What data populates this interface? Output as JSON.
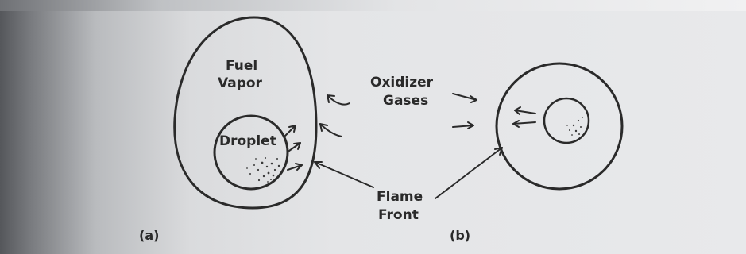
{
  "figure": {
    "panel_a": {
      "caption": "(a)",
      "outer_label_line1": "Fuel",
      "outer_label_line2": "Vapor",
      "inner_label": "Droplet"
    },
    "panel_b": {
      "caption": "(b)",
      "gas_label_line1": "Oxidizer",
      "gas_label_line2": "Gases"
    },
    "shared_label_line1": "Flame",
    "shared_label_line2": "Front"
  },
  "colors": {
    "ink": "#2a2a2a",
    "paper": "#e8e9eb"
  }
}
